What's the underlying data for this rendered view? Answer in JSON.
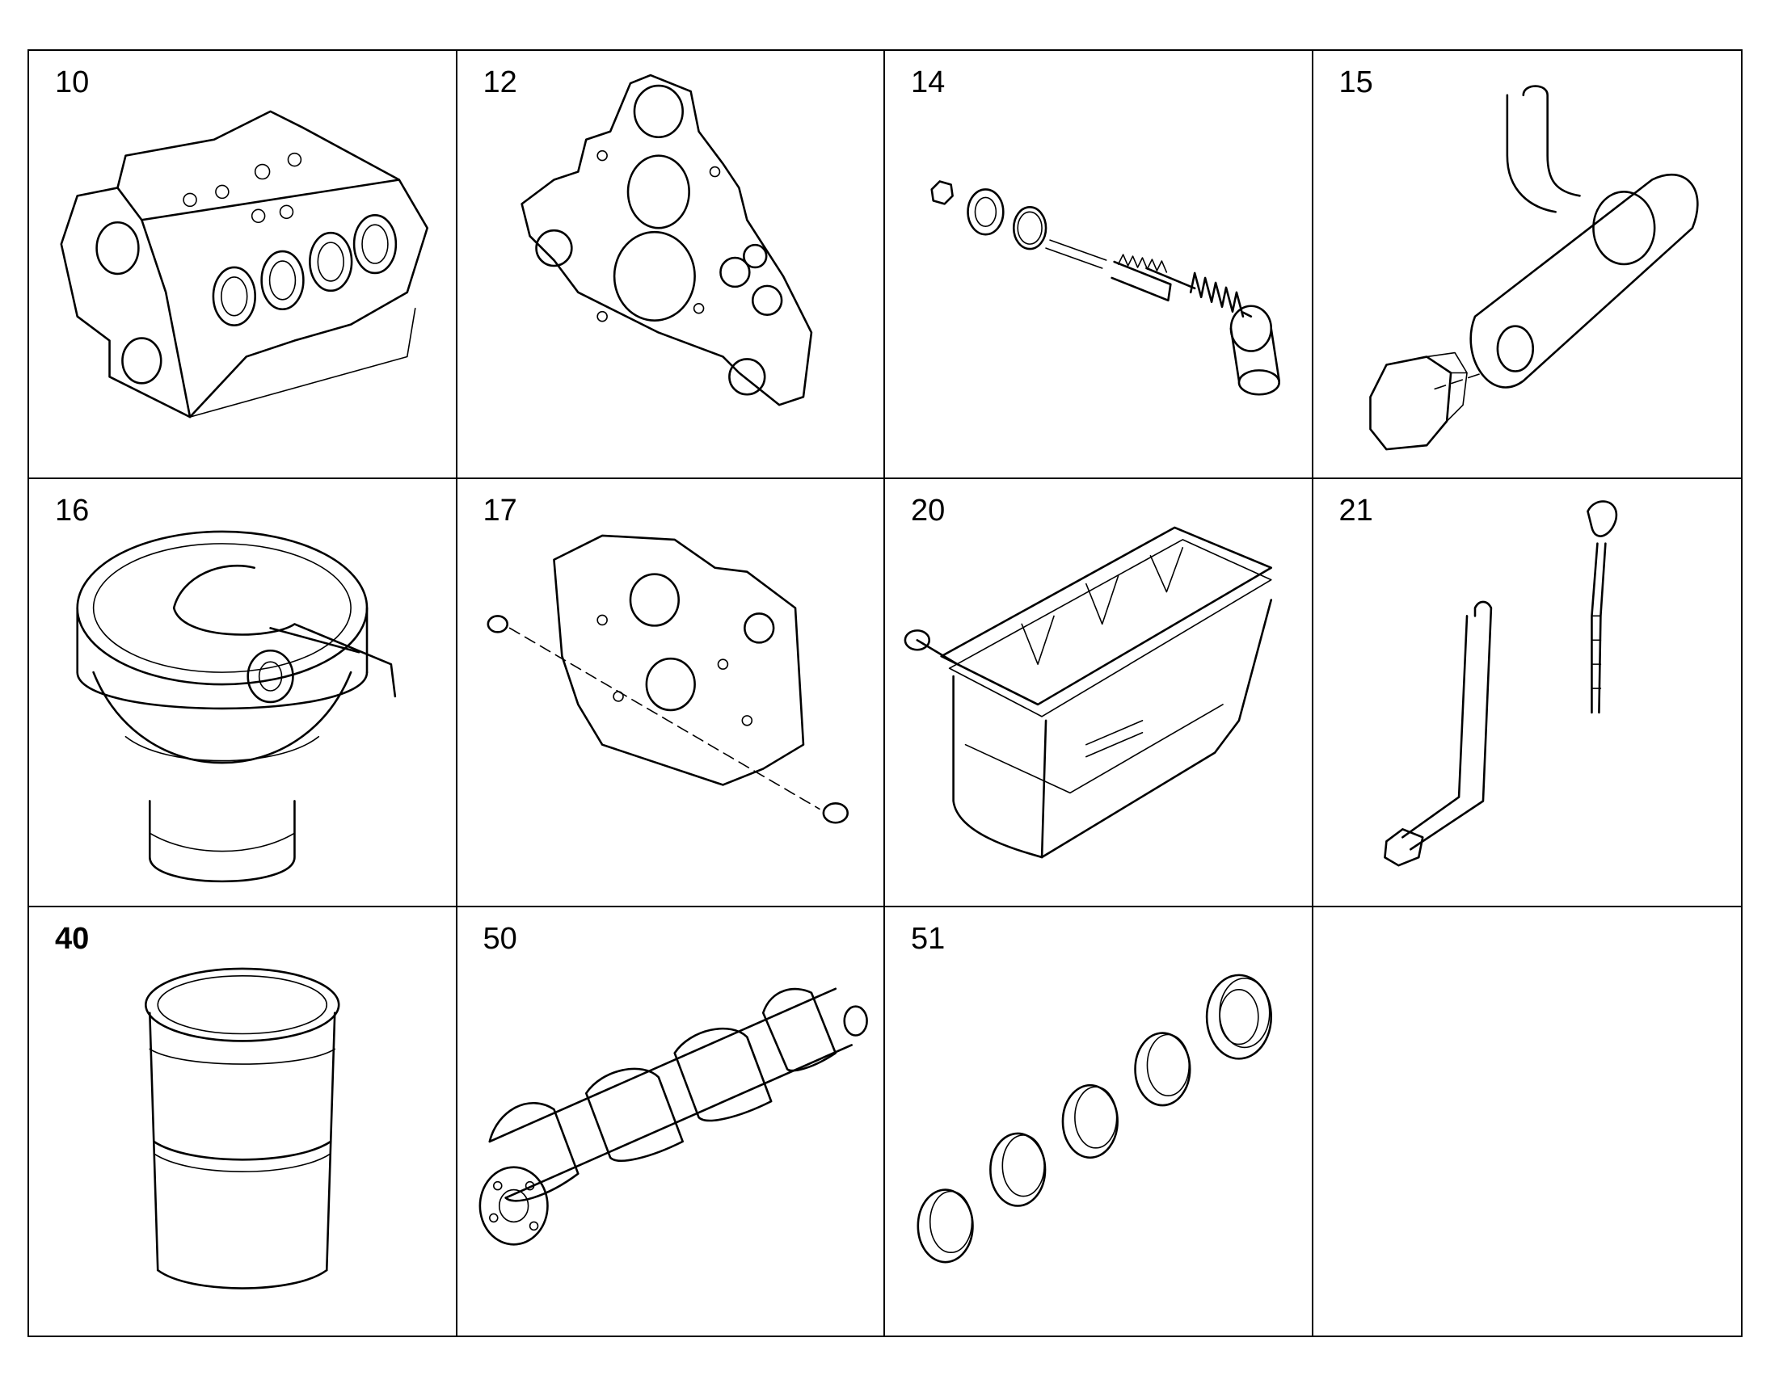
{
  "cells": [
    {
      "label": "10",
      "icon": "engine-block-icon"
    },
    {
      "label": "12",
      "icon": "timing-case-cover-icon"
    },
    {
      "label": "14",
      "icon": "pressure-relief-valve-icon"
    },
    {
      "label": "15",
      "icon": "oil-drain-plug-icon"
    },
    {
      "label": "16",
      "icon": "oil-filler-neck-icon"
    },
    {
      "label": "17",
      "icon": "sealing-plug-icon"
    },
    {
      "label": "20",
      "icon": "oil-pan-icon"
    },
    {
      "label": "21",
      "icon": "oil-dipstick-icon"
    },
    {
      "label": "40",
      "icon": "cylinder-liner-icon"
    },
    {
      "label": "50",
      "icon": "crankshaft-icon"
    },
    {
      "label": "51",
      "icon": "main-bearing-shells-icon"
    },
    {
      "label": "",
      "icon": ""
    }
  ]
}
